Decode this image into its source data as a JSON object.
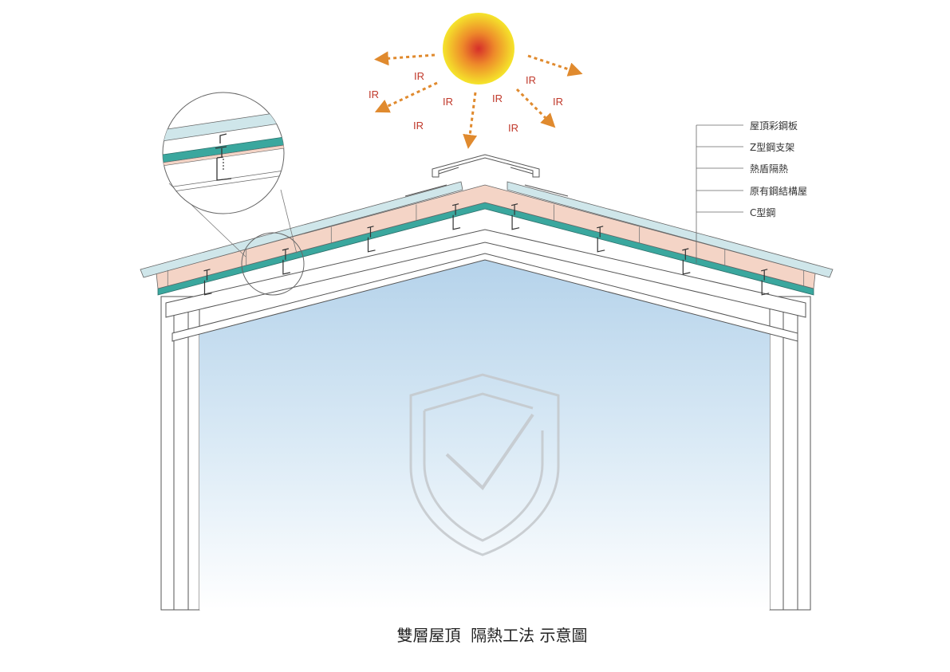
{
  "caption": "雙層屋頂  隔熱工法 示意圖",
  "ir_labels": [
    "IR",
    "IR",
    "IR",
    "IR",
    "IR",
    "IR",
    "IR",
    "IR"
  ],
  "callouts": [
    {
      "label": "屋頂彩鋼板"
    },
    {
      "label": "Z型鋼支架"
    },
    {
      "label": "熱盾隔熱"
    },
    {
      "label": "原有鋼結構屋"
    },
    {
      "label": "C型鋼"
    }
  ],
  "colors": {
    "sun_center": "#d62f2a",
    "sun_edge": "#f5e52b",
    "ir_arrow": "#e08a2e",
    "ir_text": "#c0392b",
    "top_panel": "#cfe6ea",
    "insulation": "#f4d4c6",
    "heat_shield": "#3aa79e",
    "sky_top": "#b4d2ea",
    "sky_bottom": "#ffffff",
    "line": "#555555"
  },
  "icons": {
    "sun": "sun-icon",
    "shield": "shield-check-icon",
    "magnifier": "detail-magnifier"
  }
}
